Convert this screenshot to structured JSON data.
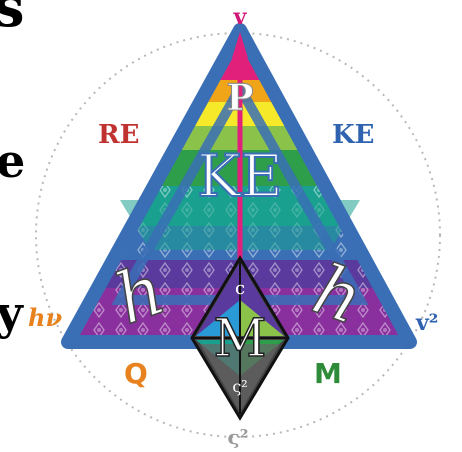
{
  "labels": {
    "top_vertex": "v",
    "right_vertex": "v²",
    "left_vertex": "hν",
    "bottom": "ς²",
    "region_top_left": "RE",
    "region_top_right": "KE",
    "region_bottom_left": "Q",
    "region_bottom_right": "M",
    "center_P": "P",
    "center_KE": "KE",
    "left_h": "h",
    "right_h": "h",
    "diamond_M": "M",
    "diamond_top": "c",
    "diamond_bottom": "ς²"
  },
  "edge_text": {
    "glyph_1": "s",
    "glyph_2": "e",
    "glyph_3": "y"
  },
  "colors": {
    "outer_triangle": "#3a6fb5",
    "inner_teal": "#1aa08f",
    "arrow_pink": "#e0207a",
    "label_red": "#c0322f",
    "label_blue": "#2f63b0",
    "label_orange": "#e8821e",
    "label_green": "#2e8b3a",
    "label_magenta": "#d0187a",
    "label_gray": "#9a9a9a",
    "stripes": [
      "#e0207a",
      "#f0b010",
      "#f5e92a",
      "#8bc34a",
      "#2e9e4a",
      "#1aa08f",
      "#3a6fb5",
      "#5b3a9e",
      "#8a2f9e"
    ]
  }
}
